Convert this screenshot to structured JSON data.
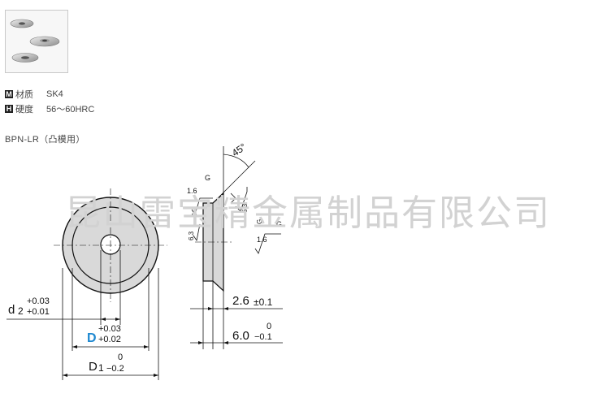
{
  "spec": {
    "material": {
      "icon": "M",
      "key": "材质",
      "value": "SK4"
    },
    "hardness": {
      "icon": "H",
      "key": "硬度",
      "value": "56～60HRC"
    }
  },
  "model": "BPN-LR（凸模用）",
  "watermark": "昆山雷宝精金属制品有限公司",
  "drawing": {
    "angle": "45°",
    "rough_16": "1.6",
    "rough_63": "6.3",
    "grind": "G",
    "d2": {
      "sym": "d",
      "sub": "2",
      "upper": "+0.03",
      "lower": "+0.01"
    },
    "D": {
      "sym": "D",
      "upper": "+0.03",
      "lower": "+0.02"
    },
    "D1": {
      "sym": "D",
      "sub": "1",
      "upper": "0",
      "lower": "−0.2"
    },
    "t1": {
      "base": "2.6",
      "tol": "±0.1"
    },
    "t2": {
      "base": "6.0",
      "upper": "0",
      "lower": "−0.1"
    },
    "accent": "#1e88d0"
  }
}
